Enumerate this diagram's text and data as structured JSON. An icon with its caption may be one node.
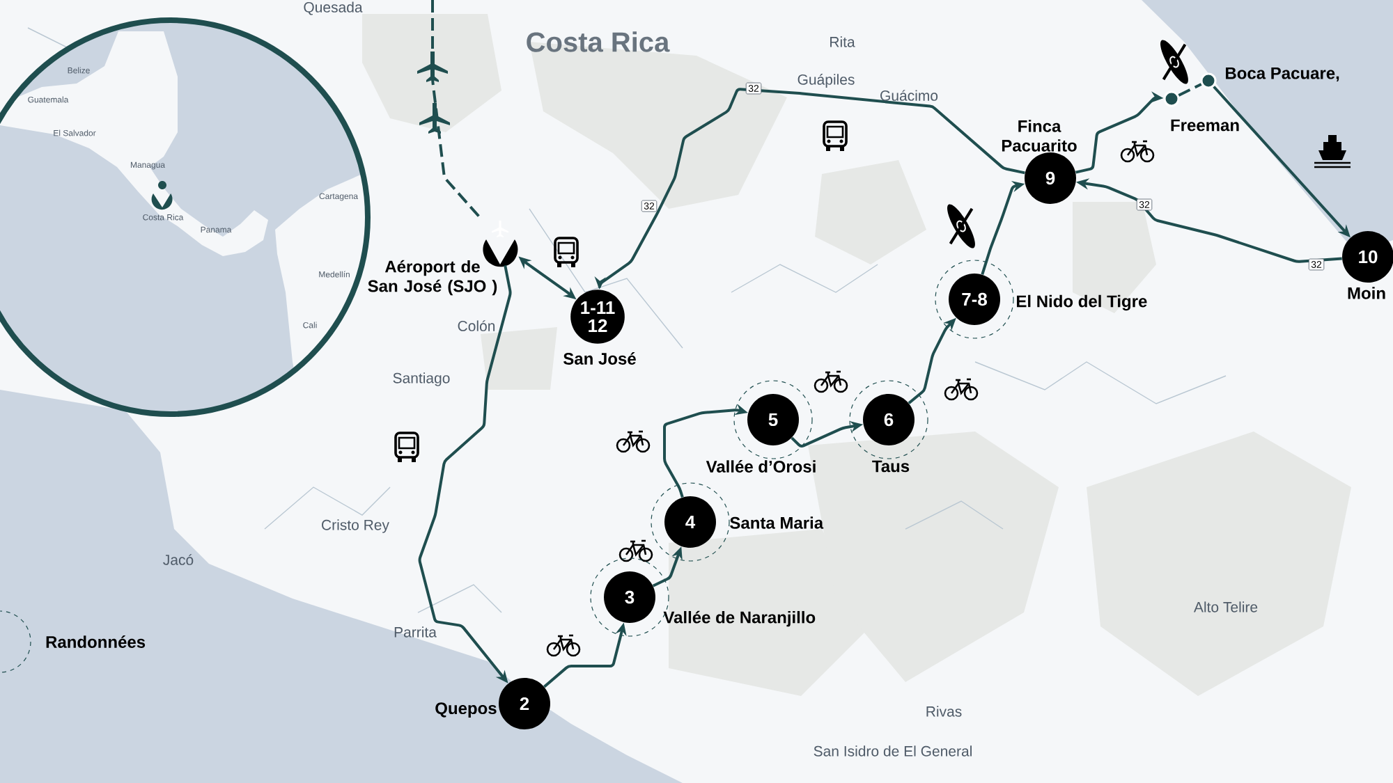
{
  "diagram": {
    "nodes": [
      {
        "text": [
          "1-11 12"
        ],
        "beside": [
          "San José"
        ]
      },
      {
        "text": [
          "2"
        ],
        "beside": [
          "Quepos"
        ]
      },
      {
        "text": [
          "3"
        ],
        "beside": [
          "Vallée de Naranjillo"
        ]
      },
      {
        "text": [
          "4"
        ],
        "beside": [
          "Santa Maria"
        ]
      },
      {
        "text": [
          "5"
        ],
        "beside": [
          "Vallée d’Orosi"
        ]
      },
      {
        "text": [
          "6"
        ],
        "beside": [
          "Taus"
        ]
      },
      {
        "text": [
          "7-8"
        ],
        "beside": [
          "El Nido del Tigre"
        ]
      },
      {
        "text": [
          "9"
        ],
        "beside": [
          "Finca Pacuarito"
        ]
      },
      {
        "text": [
          "10"
        ],
        "beside": [
          "Moin"
        ]
      },
      {
        "text": [],
        "shape": "picture",
        "beside": [
          "Aéroport de San José (SJO )"
        ]
      },
      {
        "text": [],
        "shape": "circle",
        "beside": [
          "Freeman"
        ]
      },
      {
        "text": [],
        "shape": "circle",
        "beside": [
          "Boca Pacuare,"
        ]
      }
    ],
    "edges": [
      {
        "from": null,
        "to": 9,
        "arrow": "none",
        "style": "dashed"
      },
      {
        "from": 9,
        "to": 0,
        "arrow": "both"
      },
      {
        "from": 9,
        "to": 1,
        "arrow": "to"
      },
      {
        "from": 1,
        "to": 2,
        "arrow": "to"
      },
      {
        "from": 2,
        "to": 3,
        "arrow": "to"
      },
      {
        "from": 3,
        "to": 4,
        "arrow": "to"
      },
      {
        "from": 4,
        "to": 5,
        "arrow": "to"
      },
      {
        "from": 5,
        "to": 6,
        "arrow": "to"
      },
      {
        "from": 6,
        "to": 7,
        "arrow": "to"
      },
      {
        "from": 7,
        "to": 10,
        "arrow": "to"
      },
      {
        "from": 10,
        "to": 11,
        "arrow": "none",
        "style": "dashed"
      },
      {
        "from": 11,
        "to": 8,
        "arrow": "to"
      },
      {
        "from": 8,
        "to": 7,
        "arrow": "to"
      },
      {
        "from": 7,
        "to": 0,
        "arrow": "to"
      }
    ],
    "labels": [
      "Quesada",
      "Costa Rica",
      "Rita",
      "Guápiles",
      "32",
      "Guácimo",
      "Belize",
      "Guatemala",
      "El Salvador",
      "Managua",
      "Costa Rica",
      "Cartagena",
      "32",
      "32",
      "Panama",
      "32",
      "Medellín",
      "Colón",
      "Santiago",
      "Cali",
      "Cristo Rey",
      "Jacó",
      "Alto Telire",
      "Parrita",
      "Rivas",
      "San Isidro de El General"
    ],
    "legend": [
      {
        "text": "Randonnées"
      }
    ]
  }
}
